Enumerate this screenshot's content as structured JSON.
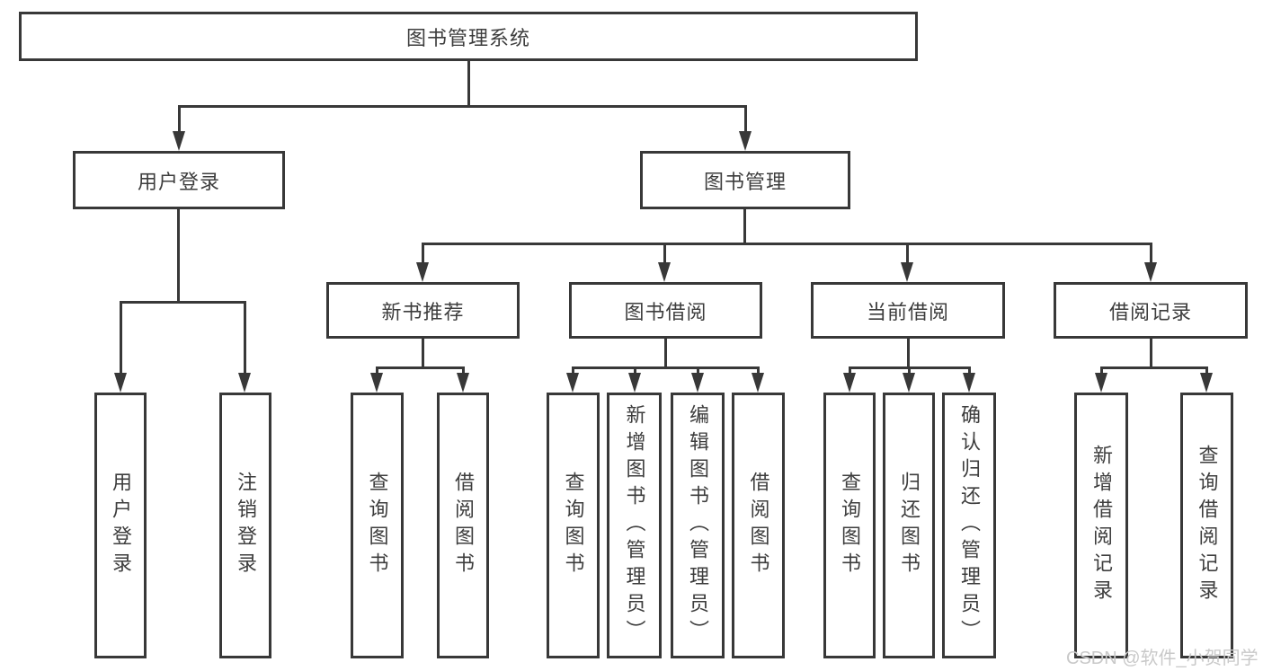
{
  "tree": {
    "root": "图书管理系统",
    "l2": [
      {
        "label": "用户登录",
        "leaves": [
          "用户登录",
          "注销登录"
        ]
      },
      {
        "label": "图书管理",
        "groups": [
          {
            "label": "新书推荐",
            "leaves": [
              "查询图书",
              "借阅图书"
            ]
          },
          {
            "label": "图书借阅",
            "leaves": [
              "查询图书",
              "新增图书（管理员）",
              "编辑图书（管理员）",
              "借阅图书"
            ]
          },
          {
            "label": "当前借阅",
            "leaves": [
              "查询图书",
              "归还图书",
              "确认归还（管理员）"
            ]
          },
          {
            "label": "借阅记录",
            "leaves": [
              "新增借阅记录",
              "查询借阅记录"
            ]
          }
        ]
      }
    ]
  },
  "watermark": "CSDN @软件_小贺同学",
  "colors": {
    "line": "#383838",
    "text": "#3d3d3d",
    "watermark": "#c9c9c9",
    "background": "#ffffff"
  }
}
